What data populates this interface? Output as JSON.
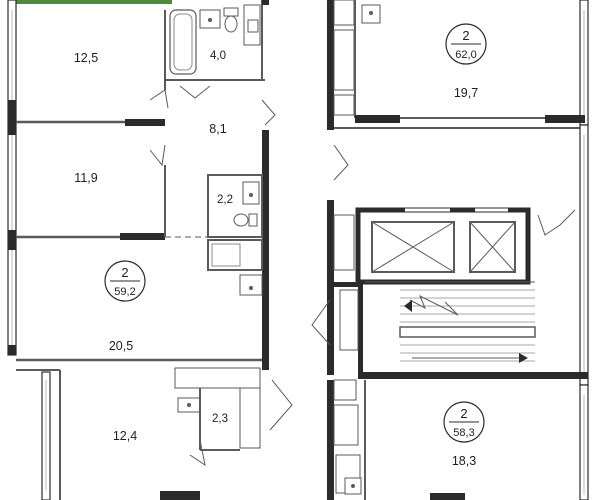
{
  "rooms": {
    "r1": "12,5",
    "r2": "4,0",
    "r3": "8,1",
    "r4": "11,9",
    "r5": "2,2",
    "r6": "20,5",
    "r7": "12,4",
    "r8": "2,3",
    "r9": "19,7",
    "r10": "18,3"
  },
  "apartments": {
    "a1": {
      "rooms": "2",
      "total": "59,2"
    },
    "a2": {
      "rooms": "2",
      "total": "62,0"
    },
    "a3": {
      "rooms": "2",
      "total": "58,3"
    }
  },
  "colors": {
    "wall": "#2b2b2b",
    "partition": "#5a5a5a",
    "window": "#b8b8b8",
    "grass": "#4f8a3c"
  }
}
